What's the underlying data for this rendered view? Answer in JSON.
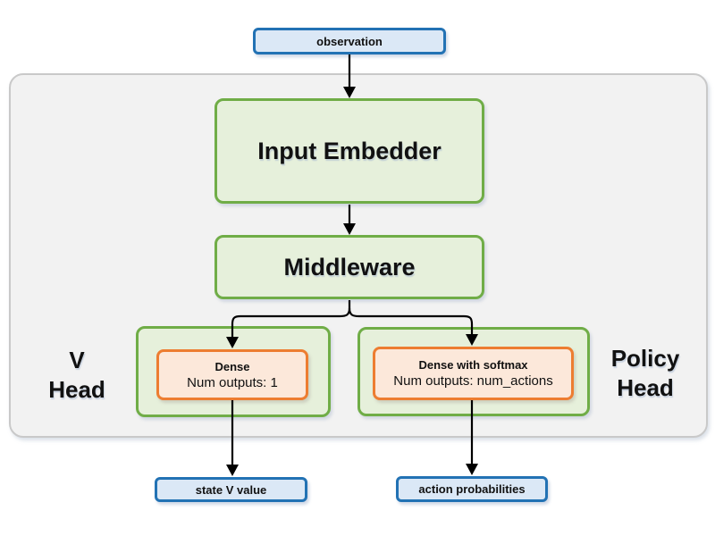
{
  "diagram": {
    "nodes": {
      "observation": {
        "label": "observation"
      },
      "input_embedder": {
        "label": "Input Embedder"
      },
      "middleware": {
        "label": "Middleware"
      },
      "v_head": {
        "line1": "V",
        "line2": "Head"
      },
      "policy_head": {
        "line1": "Policy",
        "line2": "Head"
      },
      "v_dense": {
        "title": "Dense",
        "subtitle": "Num outputs: 1"
      },
      "policy_dense": {
        "title": "Dense with softmax",
        "subtitle": "Num outputs: num_actions"
      },
      "state_v_value": {
        "label": "state V value"
      },
      "action_probabilities": {
        "label": "action probabilities"
      }
    },
    "colors": {
      "io_border": "#2272B4",
      "io_fill": "#DBE8F6",
      "block_border": "#70AD47",
      "block_fill": "#E6F0DB",
      "dense_border": "#ED7D31",
      "dense_fill": "#FCE8DA",
      "frame_border": "#C9C9C9",
      "frame_fill": "#F2F2F2",
      "arrow": "#000000"
    }
  }
}
